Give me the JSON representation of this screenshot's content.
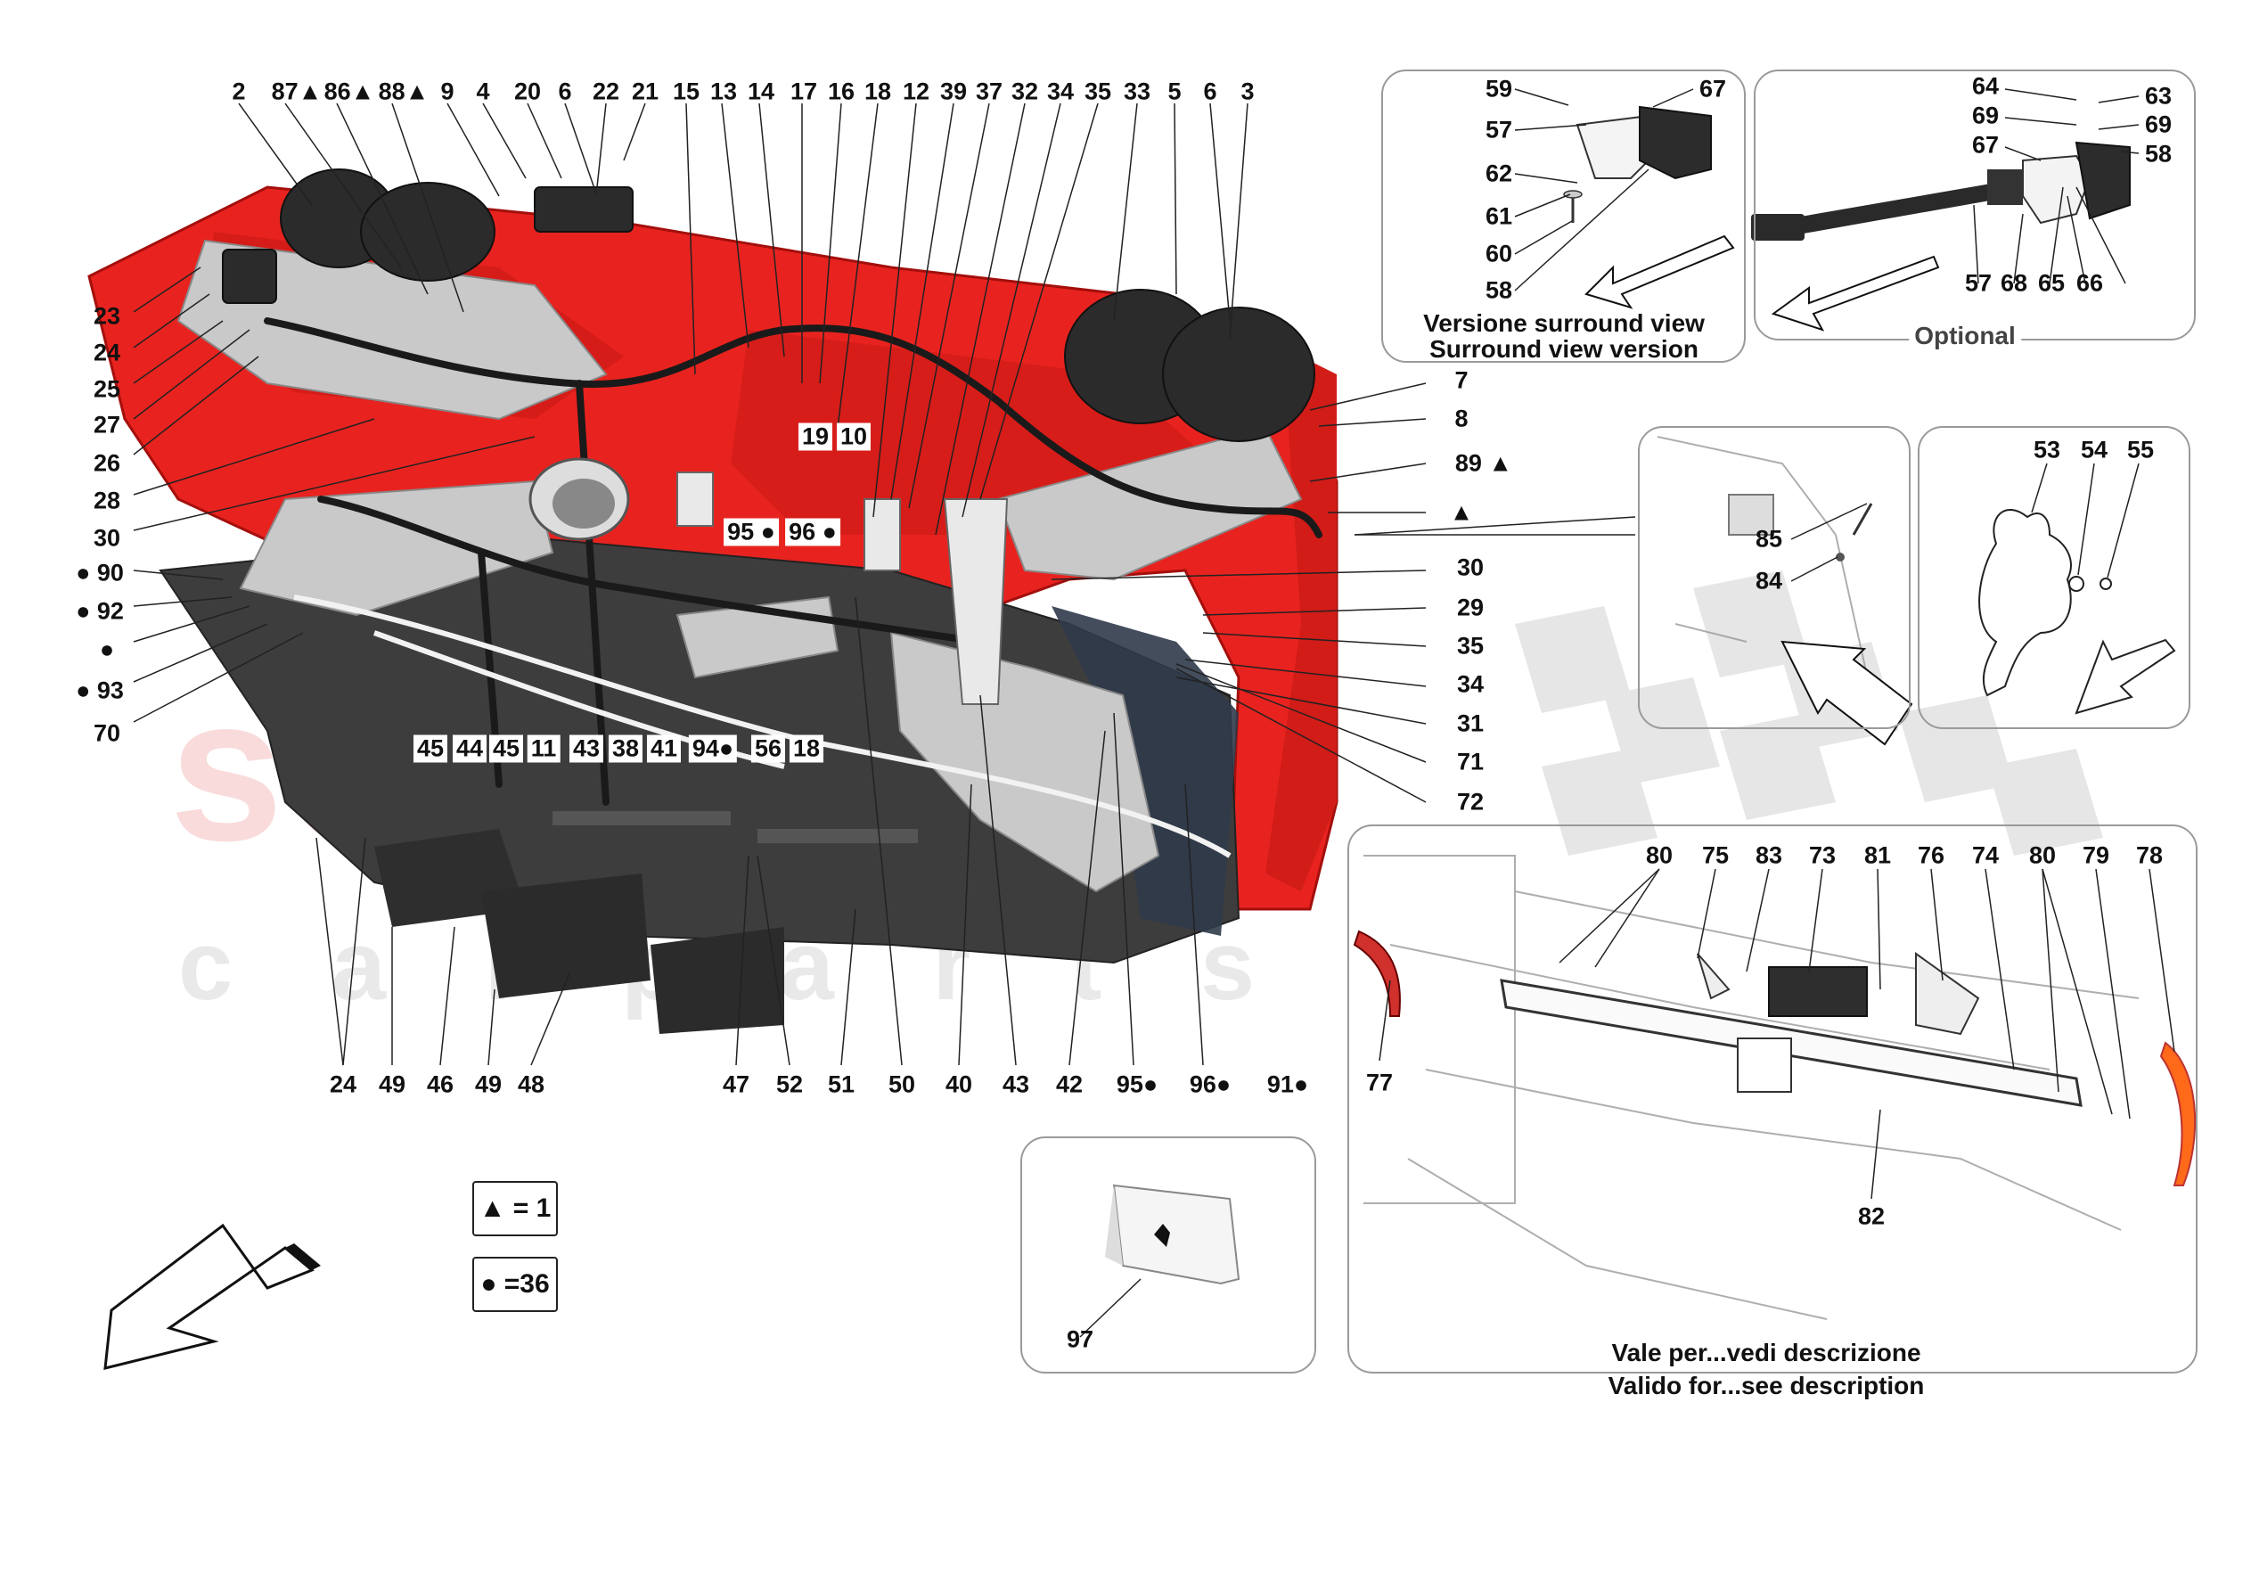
{
  "watermark": {
    "brand": "scuderia",
    "sub": "c a r   p a r t s"
  },
  "legend": {
    "triangle": "▲ = 1",
    "dot": "● =36"
  },
  "panels": {
    "surround": {
      "line1": "Versione surround view",
      "line2": "Surround view version"
    },
    "optional": {
      "label": "Optional"
    },
    "valid": {
      "line1": "Vale per...vedi descrizione",
      "line2": "Valido for...see description"
    }
  },
  "callouts": [
    "2",
    "87▲",
    "86▲",
    "88▲",
    "9",
    "4",
    "20",
    "6",
    "22",
    "21",
    "15",
    "13",
    "14",
    "17",
    "16",
    "18",
    "12",
    "39",
    "37",
    "32",
    "34",
    "35",
    "33",
    "5",
    "6",
    "3",
    "23",
    "24",
    "25",
    "27",
    "26",
    "28",
    "30",
    "● 90",
    "● 92",
    "●",
    "● 93",
    "70",
    "19",
    "10",
    "95 ●",
    "96 ●",
    "7",
    "8",
    "89 ▲",
    "▲",
    "30",
    "29",
    "35",
    "34",
    "31",
    "71",
    "72",
    "45",
    "44",
    "45",
    "11",
    "43",
    "38",
    "41",
    "94●",
    "56",
    "18",
    "24",
    "49",
    "46",
    "49",
    "48",
    "47",
    "52",
    "51",
    "50",
    "40",
    "43",
    "42",
    "95●",
    "96●",
    "91●",
    "59",
    "67",
    "57",
    "62",
    "61",
    "60",
    "58",
    "64",
    "63",
    "69",
    "69",
    "67",
    "58",
    "57",
    "68",
    "65",
    "66",
    "85",
    "84",
    "53",
    "54",
    "55",
    "80",
    "75",
    "83",
    "73",
    "81",
    "76",
    "74",
    "80",
    "79",
    "78",
    "77",
    "82",
    "97"
  ],
  "colors": {
    "body_red": "#e8231f",
    "dark_panel": "#3a3a3a",
    "mesh": "#bdbdbd",
    "wm_red": "#f6d3d2",
    "wm_grey": "#e4e4e4"
  }
}
